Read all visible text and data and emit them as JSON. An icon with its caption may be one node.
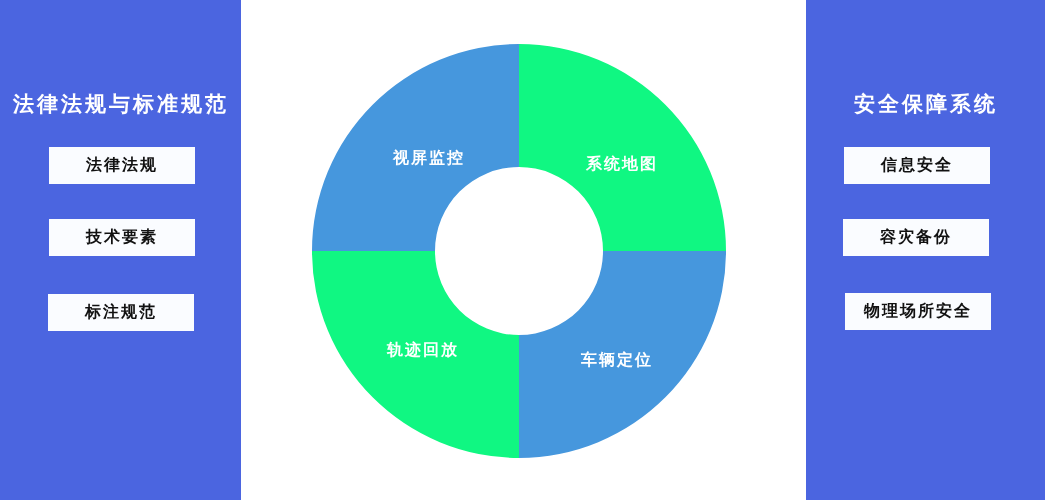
{
  "diagram": {
    "nodes": [
      {
        "text": [
          "法律法规与标准规范"
        ]
      },
      {
        "text": [
          "法律法规"
        ],
        "in": 0
      },
      {
        "text": [
          "技术要素"
        ],
        "in": 0
      },
      {
        "text": [
          "标注规范"
        ],
        "in": 0
      },
      {
        "text": [
          "视屏监控"
        ]
      },
      {
        "text": [
          "系统地图"
        ]
      },
      {
        "text": [
          "轨迹回放"
        ]
      },
      {
        "text": [
          "车辆定位"
        ]
      },
      {
        "text": [
          "安全保障系统"
        ]
      },
      {
        "text": [
          "信息安全"
        ],
        "in": 8
      },
      {
        "text": [
          "容灾备份"
        ],
        "in": 8
      },
      {
        "text": [
          "物理场所安全"
        ],
        "in": 8
      }
    ]
  }
}
